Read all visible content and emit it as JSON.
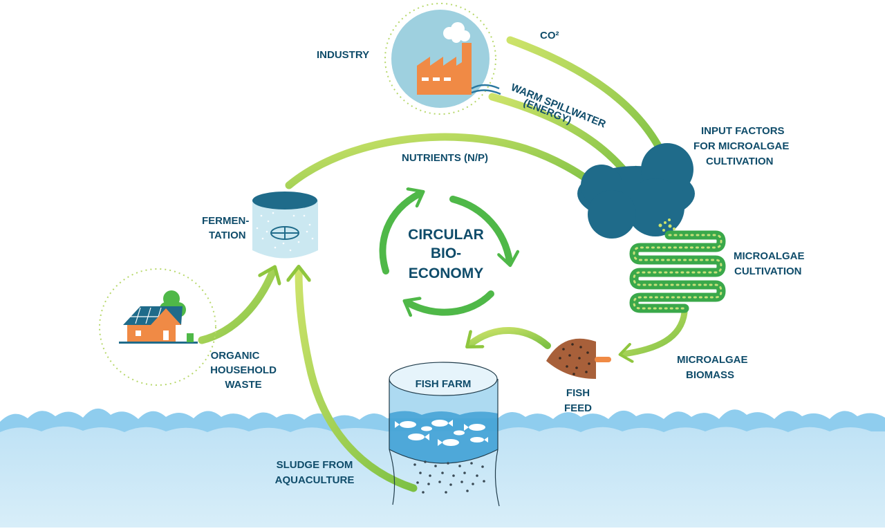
{
  "labels": {
    "industry": "INDUSTRY",
    "co2": "CO²",
    "warm_spillwater_1": "WARM SPILLWATER",
    "warm_spillwater_2": "(ENERGY)",
    "input_factors_1": "INPUT FACTORS",
    "input_factors_2": "FOR MICROALGAE",
    "input_factors_3": "CULTIVATION",
    "nutrients": "NUTRIENTS (N/P)",
    "fermentation_1": "FERMEN-",
    "fermentation_2": "TATION",
    "circular_1": "CIRCULAR",
    "circular_2": "BIO-",
    "circular_3": "ECONOMY",
    "microalgae_cultivation_1": "MICROALGAE",
    "microalgae_cultivation_2": "CULTIVATION",
    "microalgae_biomass_1": "MICROALGAE",
    "microalgae_biomass_2": "BIOMASS",
    "fish_feed_1": "FISH",
    "fish_feed_2": "FEED",
    "fish_farm": "FISH FARM",
    "organic_waste_1": "ORGANIC",
    "organic_waste_2": "HOUSEHOLD",
    "organic_waste_3": "WASTE",
    "sludge_1": "SLUDGE FROM",
    "sludge_2": "AQUACULTURE"
  },
  "colors": {
    "label_text": "#0f4c6a",
    "flow_arrow": "#9ccb3b",
    "cycle_arrow": "#4fb848",
    "water": "#cfe9f7",
    "factory_orange": "#f08a45",
    "algae_tank": "#1f6b8a"
  }
}
